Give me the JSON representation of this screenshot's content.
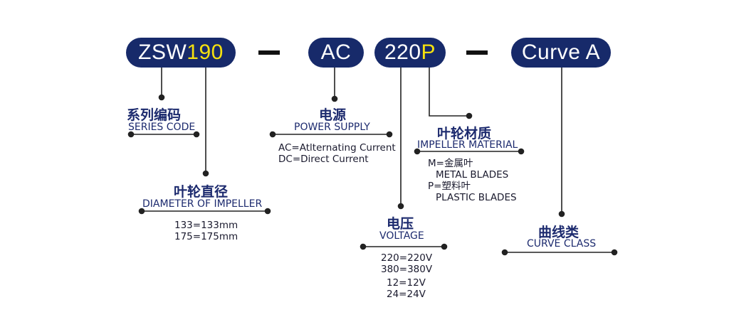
{
  "codes": {
    "series": {
      "prefix": "ZSW",
      "highlight": "190"
    },
    "power": {
      "text": "AC"
    },
    "voltage": {
      "text": "220",
      "highlight": "P"
    },
    "curve": {
      "text": "Curve A"
    },
    "separator": "-"
  },
  "series_code": {
    "cn": "系列编码",
    "en": "SERIES CODE"
  },
  "diameter": {
    "cn": "叶轮直径",
    "en": "DIAMETER OF IMPELLER",
    "values": [
      "133=133mm",
      "175=175mm"
    ]
  },
  "power_supply": {
    "cn": "电源",
    "en": "POWER SUPPLY",
    "values": [
      "AC=Atlternating Current",
      "DC=Direct Current"
    ]
  },
  "voltage": {
    "cn": "电压",
    "en": "VOLTAGE",
    "values": [
      "220=220V",
      "380=380V",
      "12=12V",
      "24=24V"
    ]
  },
  "impeller_material": {
    "cn": "叶轮材质",
    "en": "IMPELLER MATERIAL",
    "values": [
      "M=金属叶",
      "METAL BLADES",
      "P=塑料叶",
      "PLASTIC BLADES"
    ]
  },
  "curve_class": {
    "cn": "曲线类",
    "en": "CURVE CLASS"
  },
  "colors": {
    "pill": "#172a6a",
    "highlight": "#f5e10f",
    "text": "#1c2a6e",
    "line": "#222222"
  }
}
